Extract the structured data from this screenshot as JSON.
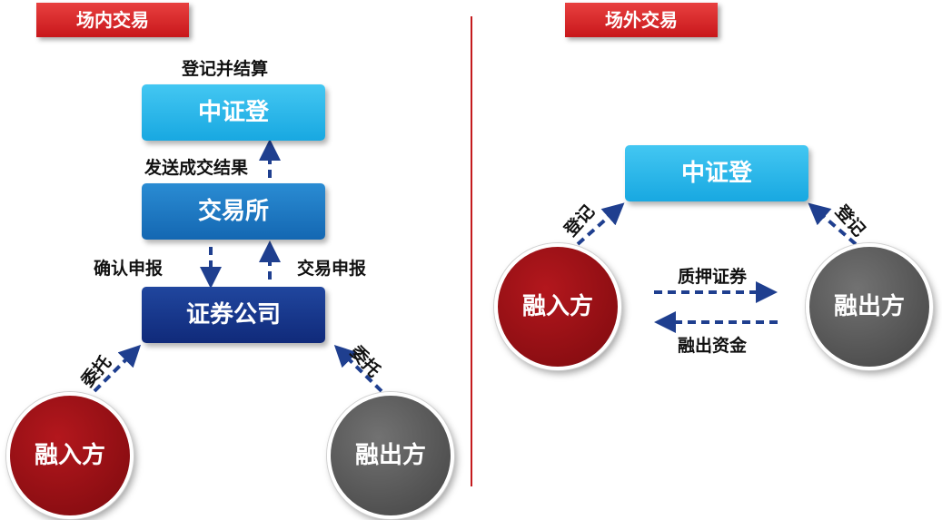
{
  "onexchange": {
    "title": "场内交易",
    "top_label": "登记并结算",
    "csdc": "中证登",
    "send_result": "发送成交结果",
    "exchange": "交易所",
    "confirm": "确认申报",
    "declare": "交易申报",
    "broker": "证券公司",
    "entrust_left": "委托",
    "entrust_right": "委托",
    "borrower": "融入方",
    "lender": "融出方"
  },
  "otc": {
    "title": "场外交易",
    "csdc": "中证登",
    "register_left": "登记",
    "register_right": "登记",
    "pledge": "质押证券",
    "funds": "融出资金",
    "borrower": "融入方",
    "lender": "融出方"
  },
  "colors": {
    "tag_red": "#c8171b",
    "box_light": "#18a8e1",
    "box_mid": "#1467b2",
    "box_dark": "#102a7a",
    "circle_red": "#8f0e13",
    "circle_gray": "#555555",
    "arrow": "#1f3f8f"
  }
}
